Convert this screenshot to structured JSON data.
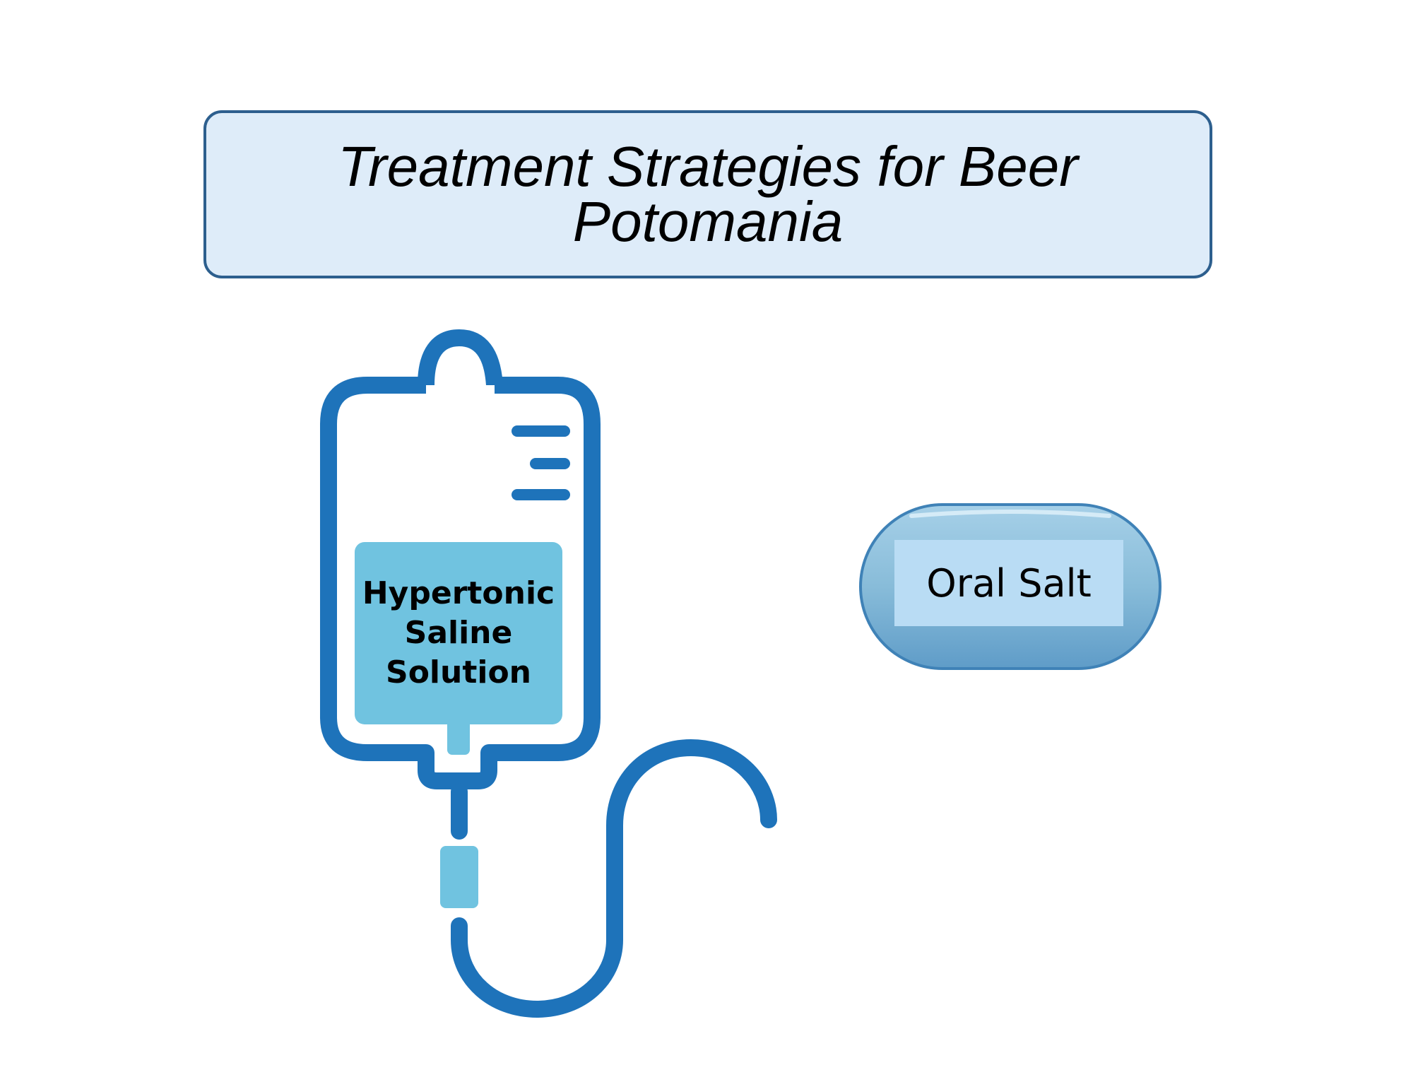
{
  "title": {
    "line1": "Treatment Strategies for Beer",
    "line2": "Potomania"
  },
  "iv_bag": {
    "label_lines": [
      "Hypertonic",
      "Saline",
      "Solution"
    ]
  },
  "oral_salt": {
    "label": "Oral Salt"
  },
  "colors": {
    "title_fill": "#deecf9",
    "title_border": "#2d5f8e",
    "bag_outline": "#1e73ba",
    "fluid": "#70c3e0",
    "pill_fill": "#88bcd9",
    "pill_label_fill": "#b9dcf4",
    "pill_border": "#3f82b7"
  },
  "icons": [
    "iv-bag-icon",
    "iv-tube-icon",
    "drip-chamber-icon",
    "pill-icon"
  ]
}
